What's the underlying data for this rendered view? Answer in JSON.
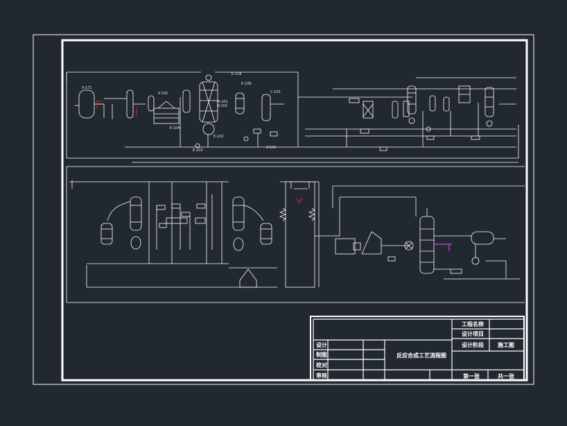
{
  "colors": {
    "background": "#212830",
    "lines": "#ffffff",
    "highlight_red": "#e02020",
    "highlight_magenta": "#e040e0"
  },
  "labels": {
    "v171": "V-171",
    "v101": "V-101",
    "v105": "V-105",
    "e116": "E-116",
    "e108": "E-108",
    "e104": "E-104",
    "e102": "E-102",
    "e103": "E-103",
    "c101": "C-101",
    "r101": "R-101",
    "k102": "K-102"
  },
  "title_block": {
    "project_name_label": "工程名称",
    "design_item_label": "设计项目",
    "design_stage_label": "设计阶段",
    "stage_value": "施工图",
    "row_design": "设计",
    "row_draw": "制图",
    "row_check": "校对",
    "row_review": "审核",
    "drawing_title": "反应合成工艺流程图",
    "sheet_no": "第一张",
    "sheet_total": "共一张"
  }
}
